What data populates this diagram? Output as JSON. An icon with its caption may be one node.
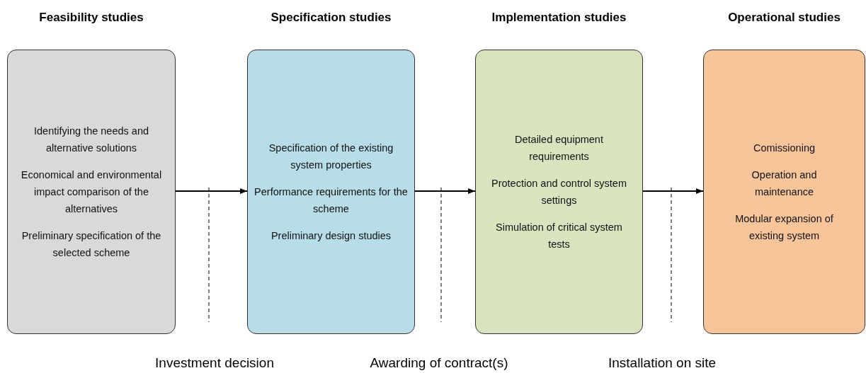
{
  "diagram": {
    "nodes": [
      {
        "text": [
          "Feasibility studies",
          "Identifying the needs and alternative solutions",
          "Economical and environmental impact comparison of the alternatives",
          "Preliminary specification of the selected scheme"
        ]
      },
      {
        "text": [
          "Specification studies",
          "Specification of the existing system properties",
          "Performance requirements for the scheme",
          "Preliminary design studies"
        ]
      },
      {
        "text": [
          "Implementation studies",
          "Detailed equipment requirements",
          "Protection and control system settings",
          "Simulation of critical system tests"
        ]
      },
      {
        "text": [
          "Operational studies",
          "Comissioning",
          "Operation and maintenance",
          "Modular expansion of existing system"
        ]
      }
    ],
    "edges": [
      {
        "from": 0,
        "to": 1,
        "arrow": "to"
      },
      {
        "from": 1,
        "to": 2,
        "arrow": "to"
      },
      {
        "from": 2,
        "to": 3,
        "arrow": "to"
      }
    ],
    "labels": [
      "Investment decision",
      "Awarding of contract(s)",
      "Installation on site"
    ]
  }
}
